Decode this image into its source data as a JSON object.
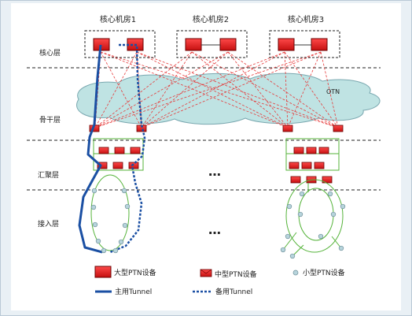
{
  "rooms": [
    "核心机房1",
    "核心机房2",
    "核心机房3"
  ],
  "layers": {
    "core": "核心层",
    "backbone": "骨干层",
    "aggregation": "汇聚层",
    "access": "接入层"
  },
  "cloud_label": "OTN",
  "ellipsis": "…",
  "legend": {
    "large": "大型PTN设备",
    "medium": "中型PTN设备",
    "small": "小型PTN设备",
    "primary": "主用Tunnel",
    "backup": "备用Tunnel"
  },
  "colors": {
    "device_fill": "#e81e1e",
    "tunnel": "#1a4fa3",
    "ring": "#55b33a",
    "mesh": "#e63a3a",
    "cloud": "#bfe3e3"
  }
}
